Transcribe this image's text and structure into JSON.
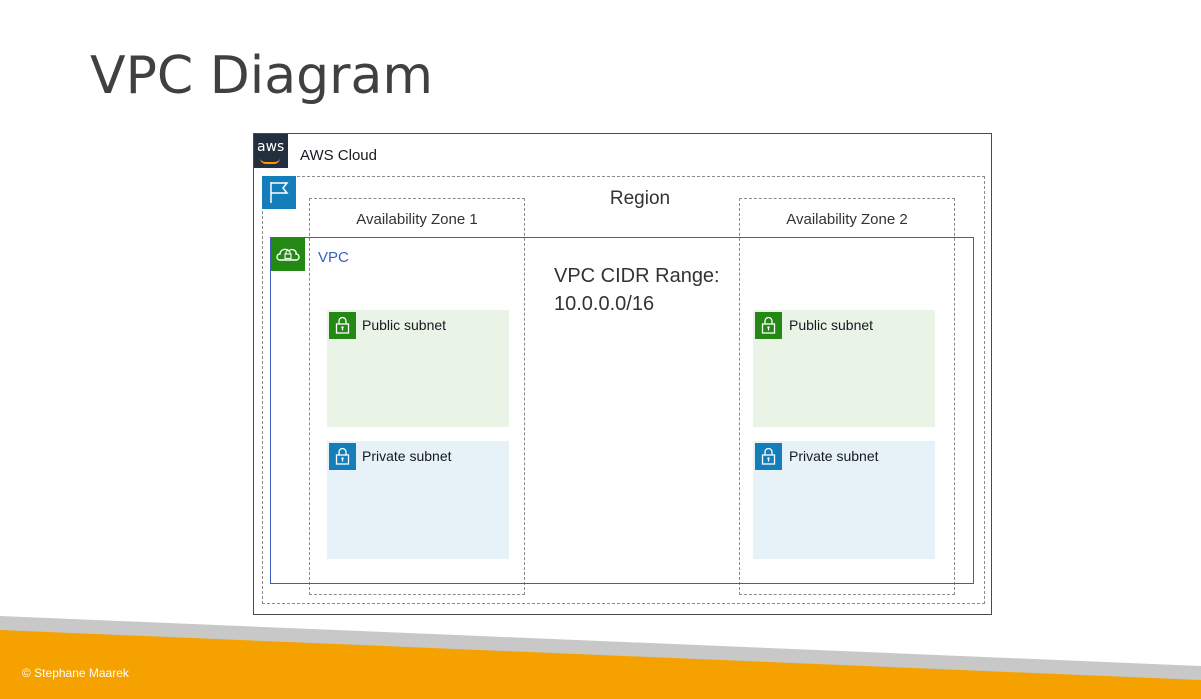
{
  "slide": {
    "title": "VPC Diagram"
  },
  "diagram": {
    "cloud_logo": "aws",
    "cloud_label": "AWS Cloud",
    "region_label": "Region",
    "az1_label": "Availability Zone 1",
    "az2_label": "Availability Zone 2",
    "vpc_label": "VPC",
    "cidr_line1": "VPC CIDR Range:",
    "cidr_line2": "10.0.0.0/16",
    "subnets": [
      {
        "label": "Public subnet"
      },
      {
        "label": "Private subnet"
      },
      {
        "label": "Public subnet"
      },
      {
        "label": "Private subnet"
      }
    ],
    "icons": [
      "aws-logo-icon",
      "region-flag-icon",
      "vpc-cloud-icon",
      "subnet-lock-icon"
    ],
    "colors": {
      "public": "#248814",
      "private": "#147eba",
      "vpc_border": "#3b5ec2",
      "footer": "#f5a100"
    }
  },
  "footer": {
    "copyright": "© Stephane Maarek"
  }
}
